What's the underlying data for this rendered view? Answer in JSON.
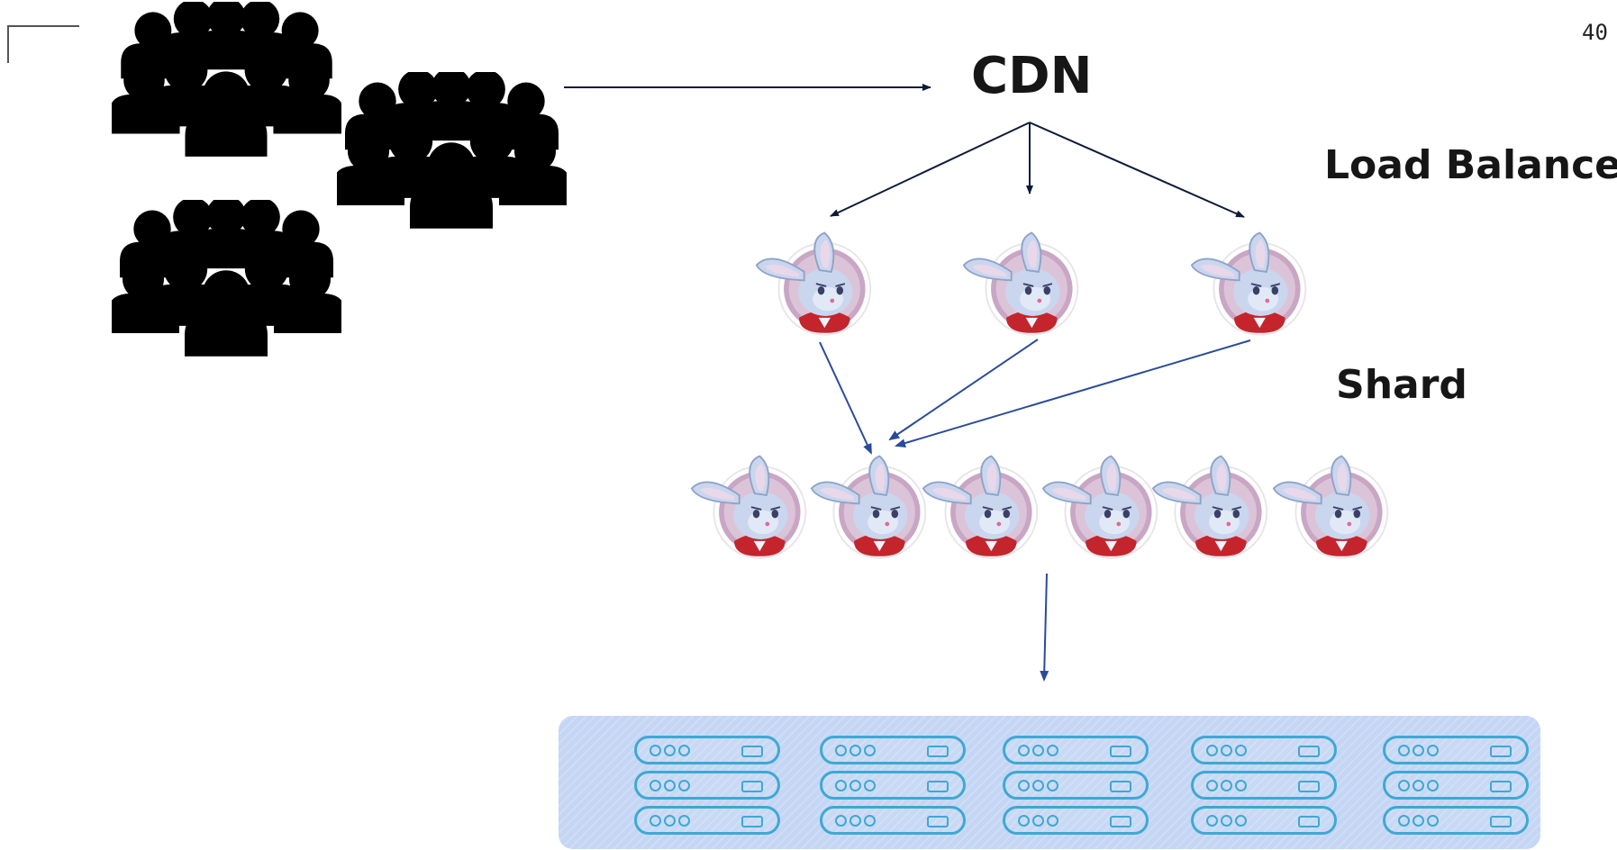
{
  "page_number": "40",
  "labels": {
    "cdn": "CDN",
    "load_balance": "Load Balance",
    "shard": "Shard"
  },
  "colors": {
    "crowd": "#000000",
    "arrow_dark": "#0d1b3a",
    "arrow_blue": "#2a4b9b",
    "db_panel": "#c4d6f4",
    "server_outline": "#3ea8d4",
    "mascot_fur": "#c9d6ee",
    "mascot_shirt": "#c4252c"
  },
  "icons": {
    "user_groups": [
      "people-group-icon",
      "people-group-icon",
      "people-group-icon"
    ],
    "load_balancer_mascots": [
      "bunny-mascot-icon",
      "bunny-mascot-icon",
      "bunny-mascot-icon"
    ],
    "shard_mascots": [
      "bunny-mascot-icon",
      "bunny-mascot-icon",
      "bunny-mascot-icon",
      "bunny-mascot-icon",
      "bunny-mascot-icon",
      "bunny-mascot-icon"
    ],
    "server_stacks": [
      "server-rack-icon",
      "server-rack-icon",
      "server-rack-icon",
      "server-rack-icon",
      "server-rack-icon"
    ]
  }
}
